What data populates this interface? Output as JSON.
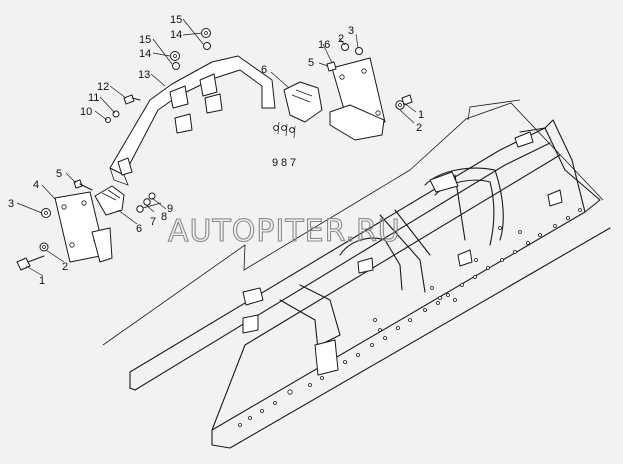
{
  "watermark": "AUTOPITER.RU",
  "callouts": {
    "left": [
      "1",
      "2",
      "3",
      "4",
      "5",
      "6",
      "7",
      "8",
      "9",
      "10",
      "11",
      "12",
      "13"
    ],
    "top": [
      "14",
      "15",
      "14",
      "15"
    ],
    "right_top": [
      "1",
      "2",
      "2",
      "3",
      "5",
      "6",
      "7",
      "8",
      "9",
      "16"
    ]
  }
}
